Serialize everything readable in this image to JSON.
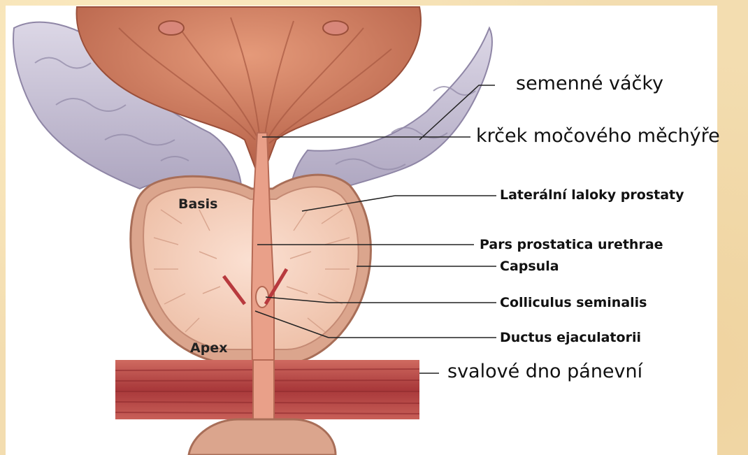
{
  "labels": {
    "semenne_vacky": "semenné váčky",
    "krcek": "krček močového měchýře",
    "lateralni": "Laterální laloky prostaty",
    "pars": "Pars prostatica urethrae",
    "capsula": "Capsula",
    "colliculus": "Colliculus seminalis",
    "ductus": "Ductus ejaculatorii",
    "svalove": "svalové dno pánevní",
    "basis": "Basis",
    "apex": "Apex"
  },
  "colors": {
    "background": "#f3ddb0",
    "panel": "#ffffff",
    "bladder": "#c9765a",
    "seminal_vesicles": "#c9c3d6",
    "prostate_tissue": "#f6cfbc",
    "capsule": "#d9a690",
    "muscle": "#b84a45",
    "leader_line": "#222222"
  }
}
